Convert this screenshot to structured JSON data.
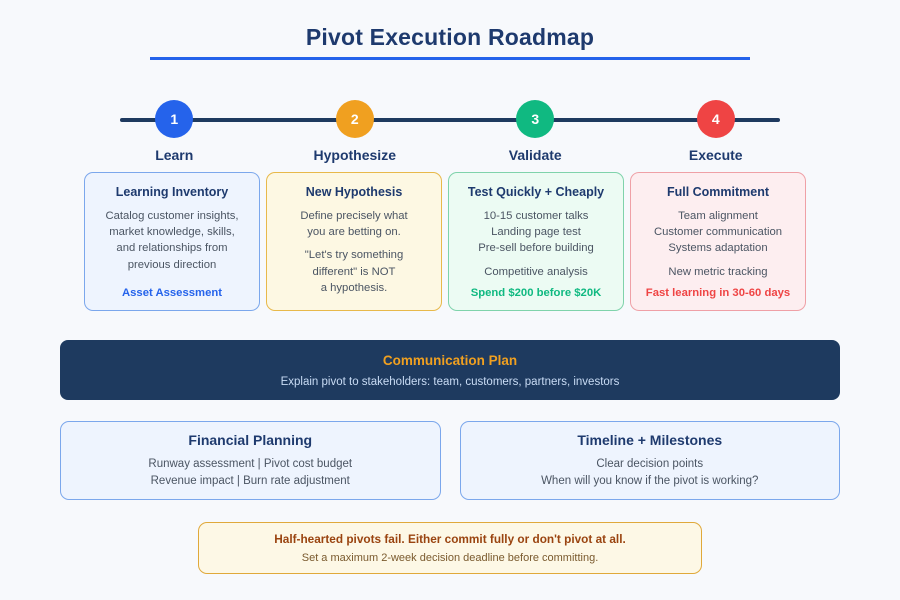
{
  "header": {
    "title": "Pivot Execution Roadmap",
    "rule_color": "#2563eb"
  },
  "timeline": {
    "line_color": "#1e3a5f",
    "steps": [
      {
        "number": "1",
        "label": "Learn",
        "color": "#2563eb"
      },
      {
        "number": "2",
        "label": "Hypothesize",
        "color": "#f0a020"
      },
      {
        "number": "3",
        "label": "Validate",
        "color": "#10b981"
      },
      {
        "number": "4",
        "label": "Execute",
        "color": "#ef4444"
      }
    ]
  },
  "phase_cards": [
    {
      "title": "Learning Inventory",
      "lines": [
        "Catalog customer insights,",
        "market knowledge, skills,",
        "and relationships from",
        "previous direction"
      ],
      "gap_after": 4,
      "footer": "Asset Assessment",
      "footer_color": "#2563eb",
      "bg": "#eef4fe",
      "border": "#7ba7ec"
    },
    {
      "title": "New Hypothesis",
      "lines": [
        "Define precisely what",
        "you are betting on.",
        "\"Let's try something",
        "different\" is NOT",
        "a hypothesis."
      ],
      "gap_after": 2,
      "footer": "",
      "footer_color": "#000000",
      "bg": "#fdf8e3",
      "border": "#e8b94a"
    },
    {
      "title": "Test Quickly + Cheaply",
      "lines": [
        "10-15 customer talks",
        "Landing page test",
        "Pre-sell before building",
        "Competitive analysis"
      ],
      "gap_after": 3,
      "footer": "Spend $200 before $20K",
      "footer_color": "#10b981",
      "bg": "#ecfbf3",
      "border": "#7fd3ab"
    },
    {
      "title": "Full Commitment",
      "lines": [
        "Team alignment",
        "Customer communication",
        "Systems adaptation",
        "New metric tracking"
      ],
      "gap_after": 3,
      "footer": "Fast learning in 30-60 days",
      "footer_color": "#ef4444",
      "bg": "#fdeef0",
      "border": "#efa0a6"
    }
  ],
  "banner": {
    "title": "Communication Plan",
    "subtitle": "Explain pivot to stakeholders: team, customers, partners, investors",
    "bg": "#1e3a5f",
    "title_color": "#f0a020"
  },
  "panels": [
    {
      "title": "Financial Planning",
      "lines": [
        "Runway assessment | Pivot cost budget",
        "Revenue impact | Burn rate adjustment"
      ]
    },
    {
      "title": "Timeline + Milestones",
      "lines": [
        "Clear decision points",
        "When will you know if the pivot is working?"
      ]
    }
  ],
  "callout": {
    "title": "Half-hearted pivots fail. Either commit fully or don't pivot at all.",
    "subtitle": "Set a maximum 2-week decision deadline before committing.",
    "bg": "#fdf8e6",
    "border": "#e0a93a"
  }
}
